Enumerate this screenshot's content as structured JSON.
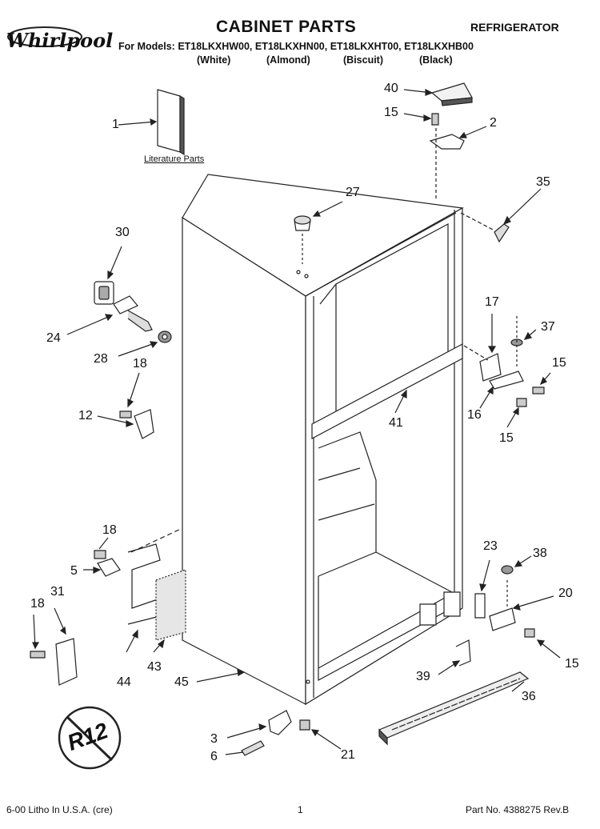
{
  "header": {
    "title": "CABINET PARTS",
    "appliance": "REFRIGERATOR",
    "brand": "Whirlpool",
    "models_prefix": "For Models:",
    "models": [
      "ET18LKXHW00,",
      "ET18LKXHN00,",
      "ET18LKXHT00,",
      "ET18LKXHB00"
    ],
    "colors": [
      "(White)",
      "(Almond)",
      "(Biscuit)",
      "(Black)"
    ]
  },
  "literature_label": "Literature Parts",
  "callouts": {
    "c1": "1",
    "c2": "2",
    "c3": "3",
    "c5": "5",
    "c6": "6",
    "c12": "12",
    "c15a": "15",
    "c15b": "15",
    "c15c": "15",
    "c15d": "15",
    "c16": "16",
    "c17": "17",
    "c18a": "18",
    "c18b": "18",
    "c18c": "18",
    "c20": "20",
    "c21": "21",
    "c23": "23",
    "c24": "24",
    "c27": "27",
    "c28": "28",
    "c30": "30",
    "c31": "31",
    "c35": "35",
    "c36": "36",
    "c37": "37",
    "c38": "38",
    "c39": "39",
    "c40": "40",
    "c41": "41",
    "c43": "43",
    "c44": "44",
    "c45": "45"
  },
  "badge": "R12",
  "footer": {
    "litho": "6-00 Litho In U.S.A. (cre)",
    "page": "1",
    "part_no": "Part No. 4388275 Rev.B"
  }
}
